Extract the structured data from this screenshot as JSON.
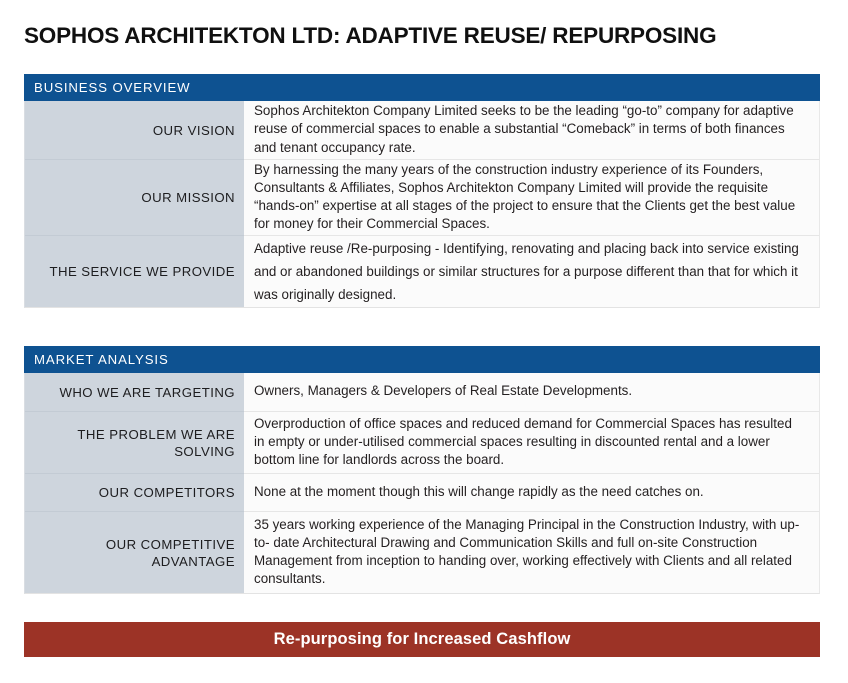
{
  "document": {
    "title": "SOPHOS ARCHITEKTON LTD: ADAPTIVE REUSE/ REPURPOSING"
  },
  "colors": {
    "section_header_blue": "#0e5291",
    "label_cell_blue_gray": "#ced5dd",
    "value_cell_white": "#fbfbfb",
    "banner_red": "#9c3326",
    "title_black": "#101010",
    "banner_text_white": "#ffffff"
  },
  "sections": [
    {
      "header": "BUSINESS OVERVIEW",
      "rows": [
        {
          "label": "OUR VISION",
          "value": "Sophos Architekton Company Limited seeks to be the leading “go-to” company for adaptive reuse of commercial spaces to enable a substantial “Comeback” in terms of both finances and tenant occupancy rate."
        },
        {
          "label": "OUR MISSION",
          "value": "By harnessing the many years of the construction industry experience of its Founders, Consultants & Affiliates, Sophos Architekton Company Limited will provide the requisite “hands-on” expertise at all stages of the project to ensure that the Clients get the best value for money for their Commercial Spaces."
        },
        {
          "label": "THE SERVICE WE PROVIDE",
          "value": "Adaptive reuse /Re-purposing - Identifying, renovating and placing back into service existing and or abandoned buildings or similar structures for a purpose different than that for which it was originally designed."
        }
      ]
    },
    {
      "header": "MARKET ANALYSIS",
      "rows": [
        {
          "label": "WHO WE ARE TARGETING",
          "value": "Owners, Managers & Developers of Real Estate Developments."
        },
        {
          "label": "THE PROBLEM WE ARE SOLVING",
          "value": "Overproduction of office spaces and reduced demand for Commercial Spaces has resulted in empty or under-utilised commercial spaces resulting in discounted rental and a lower bottom line for landlords across the board."
        },
        {
          "label": "OUR COMPETITORS",
          "value": "None at the moment though this will change rapidly as the need catches on."
        },
        {
          "label": "OUR COMPETITIVE ADVANTAGE",
          "value": "35 years working experience of the Managing Principal in the Construction Industry, with up- to- date Architectural Drawing and Communication Skills and full on-site Construction Management from inception to handing over, working effectively with Clients and all related consultants."
        }
      ]
    }
  ],
  "banner": {
    "text": "Re-purposing for Increased Cashflow"
  }
}
